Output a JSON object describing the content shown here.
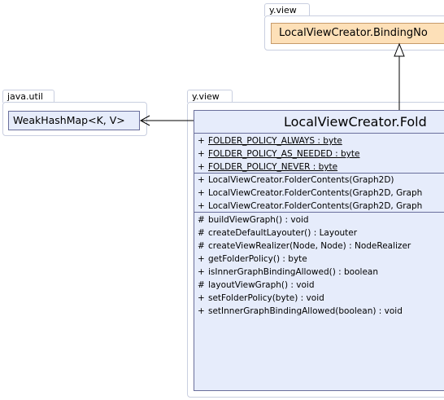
{
  "packages": {
    "top_view": {
      "label": "y.view"
    },
    "java_util": {
      "label": "java.util"
    },
    "main_view": {
      "label": "y.view"
    }
  },
  "classes": {
    "binding_node": {
      "name": "LocalViewCreator.BindingNo",
      "fill": "#fde0b8"
    },
    "weak_hash_map": {
      "name": "WeakHashMap<K, V>",
      "fill": "#e6ecfb"
    },
    "folder_contents": {
      "name": "LocalViewCreator.Fold",
      "fill": "#e6ecfb",
      "fields": [
        {
          "vis": "+",
          "text": "FOLDER_POLICY_ALWAYS : byte"
        },
        {
          "vis": "+",
          "text": "FOLDER_POLICY_AS_NEEDED : byte"
        },
        {
          "vis": "+",
          "text": "FOLDER_POLICY_NEVER : byte"
        }
      ],
      "constructors": [
        {
          "vis": "+",
          "text": "LocalViewCreator.FolderContents(Graph2D)"
        },
        {
          "vis": "+",
          "text": "LocalViewCreator.FolderContents(Graph2D, Graph"
        },
        {
          "vis": "+",
          "text": "LocalViewCreator.FolderContents(Graph2D, Graph"
        }
      ],
      "methods": [
        {
          "vis": "#",
          "text": "buildViewGraph() : void"
        },
        {
          "vis": "#",
          "text": "createDefaultLayouter() : Layouter"
        },
        {
          "vis": "#",
          "text": "createViewRealizer(Node, Node) : NodeRealizer"
        },
        {
          "vis": "+",
          "text": "getFolderPolicy() : byte"
        },
        {
          "vis": "+",
          "text": "isInnerGraphBindingAllowed() : boolean"
        },
        {
          "vis": "#",
          "text": "layoutViewGraph() : void"
        },
        {
          "vis": "+",
          "text": "setFolderPolicy(byte) : void"
        },
        {
          "vis": "+",
          "text": "setInnerGraphBindingAllowed(boolean) : void"
        }
      ]
    }
  }
}
